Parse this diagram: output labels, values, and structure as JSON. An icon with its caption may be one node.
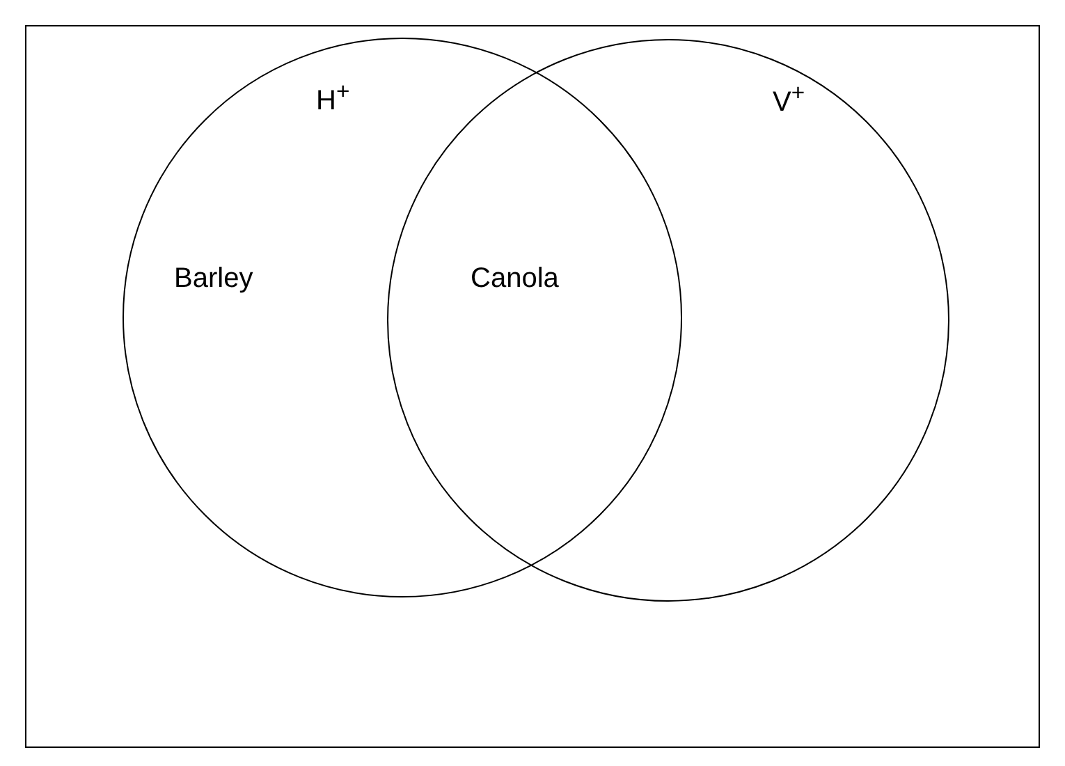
{
  "diagram": {
    "nodes": [
      {
        "text": [
          "H$^{+}$",
          "Barley"
        ]
      },
      {
        "text": [
          "V$^{+}$"
        ]
      }
    ],
    "labels": [
      "Canola"
    ]
  }
}
